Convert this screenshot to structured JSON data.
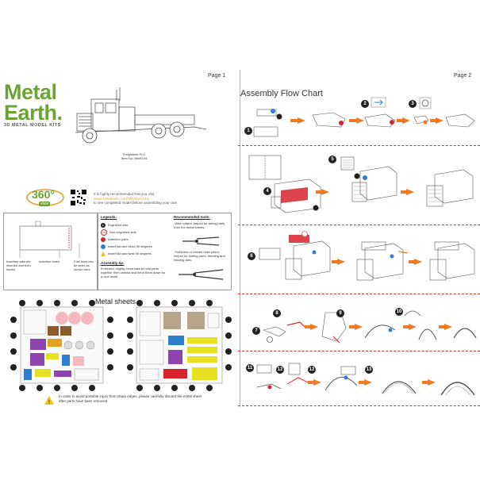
{
  "pages": {
    "page1_label": "Page 1",
    "page2_label": "Page 2"
  },
  "brand": {
    "line1": "Metal",
    "line2": "Earth.",
    "tagline": "3D METAL MODEL KITS",
    "color": "#6aa533"
  },
  "model": {
    "name": "Freightliner FLC",
    "item": "Item No. MMS144"
  },
  "view360": {
    "badge": "360°",
    "badge_sub": "view",
    "text1": "It is highly recommended that you visit",
    "link": "www.metalearth.com/360/mms144",
    "text2": "to see completed model before assembling your own"
  },
  "insert_diagram": {
    "label1": "Insertion tabs are inserted and then folded",
    "label2": "Insertion holes",
    "label3": "Fold lines can be seen as shown here"
  },
  "legends": {
    "title": "Legends:",
    "items": [
      "Engraved side",
      "Non-engraved side",
      "Attention point",
      "Insert tab and bend 90 degrees",
      "Insert tab and twist 90 degrees"
    ],
    "assembly_tip_title": "Assembly tip:",
    "assembly_tip": "If needed, slightly bend tabs to hold parts together then untwist and bend them down for a nice finish"
  },
  "tools": {
    "title": "Recommended tools:",
    "tool1": "-Wire cutters: helpful for taking parts from the metal sheets.",
    "tool2": "-Tweezers or needle nose pliers: helpful for folding parts, bending and twisting tabs."
  },
  "metal_sheets": {
    "title": "Metal sheets"
  },
  "warning": {
    "text": "In order to avoid possible injury from sharp edges, please carefully discard the metal sheet after parts have been removed"
  },
  "flow": {
    "title": "Assembly Flow Chart",
    "accent": "#f07a21",
    "highlight": "#d9232e",
    "step_numbers": [
      "1",
      "2",
      "3",
      "4",
      "5",
      "6",
      "7",
      "8",
      "9",
      "10",
      "11",
      "12",
      "13"
    ]
  }
}
